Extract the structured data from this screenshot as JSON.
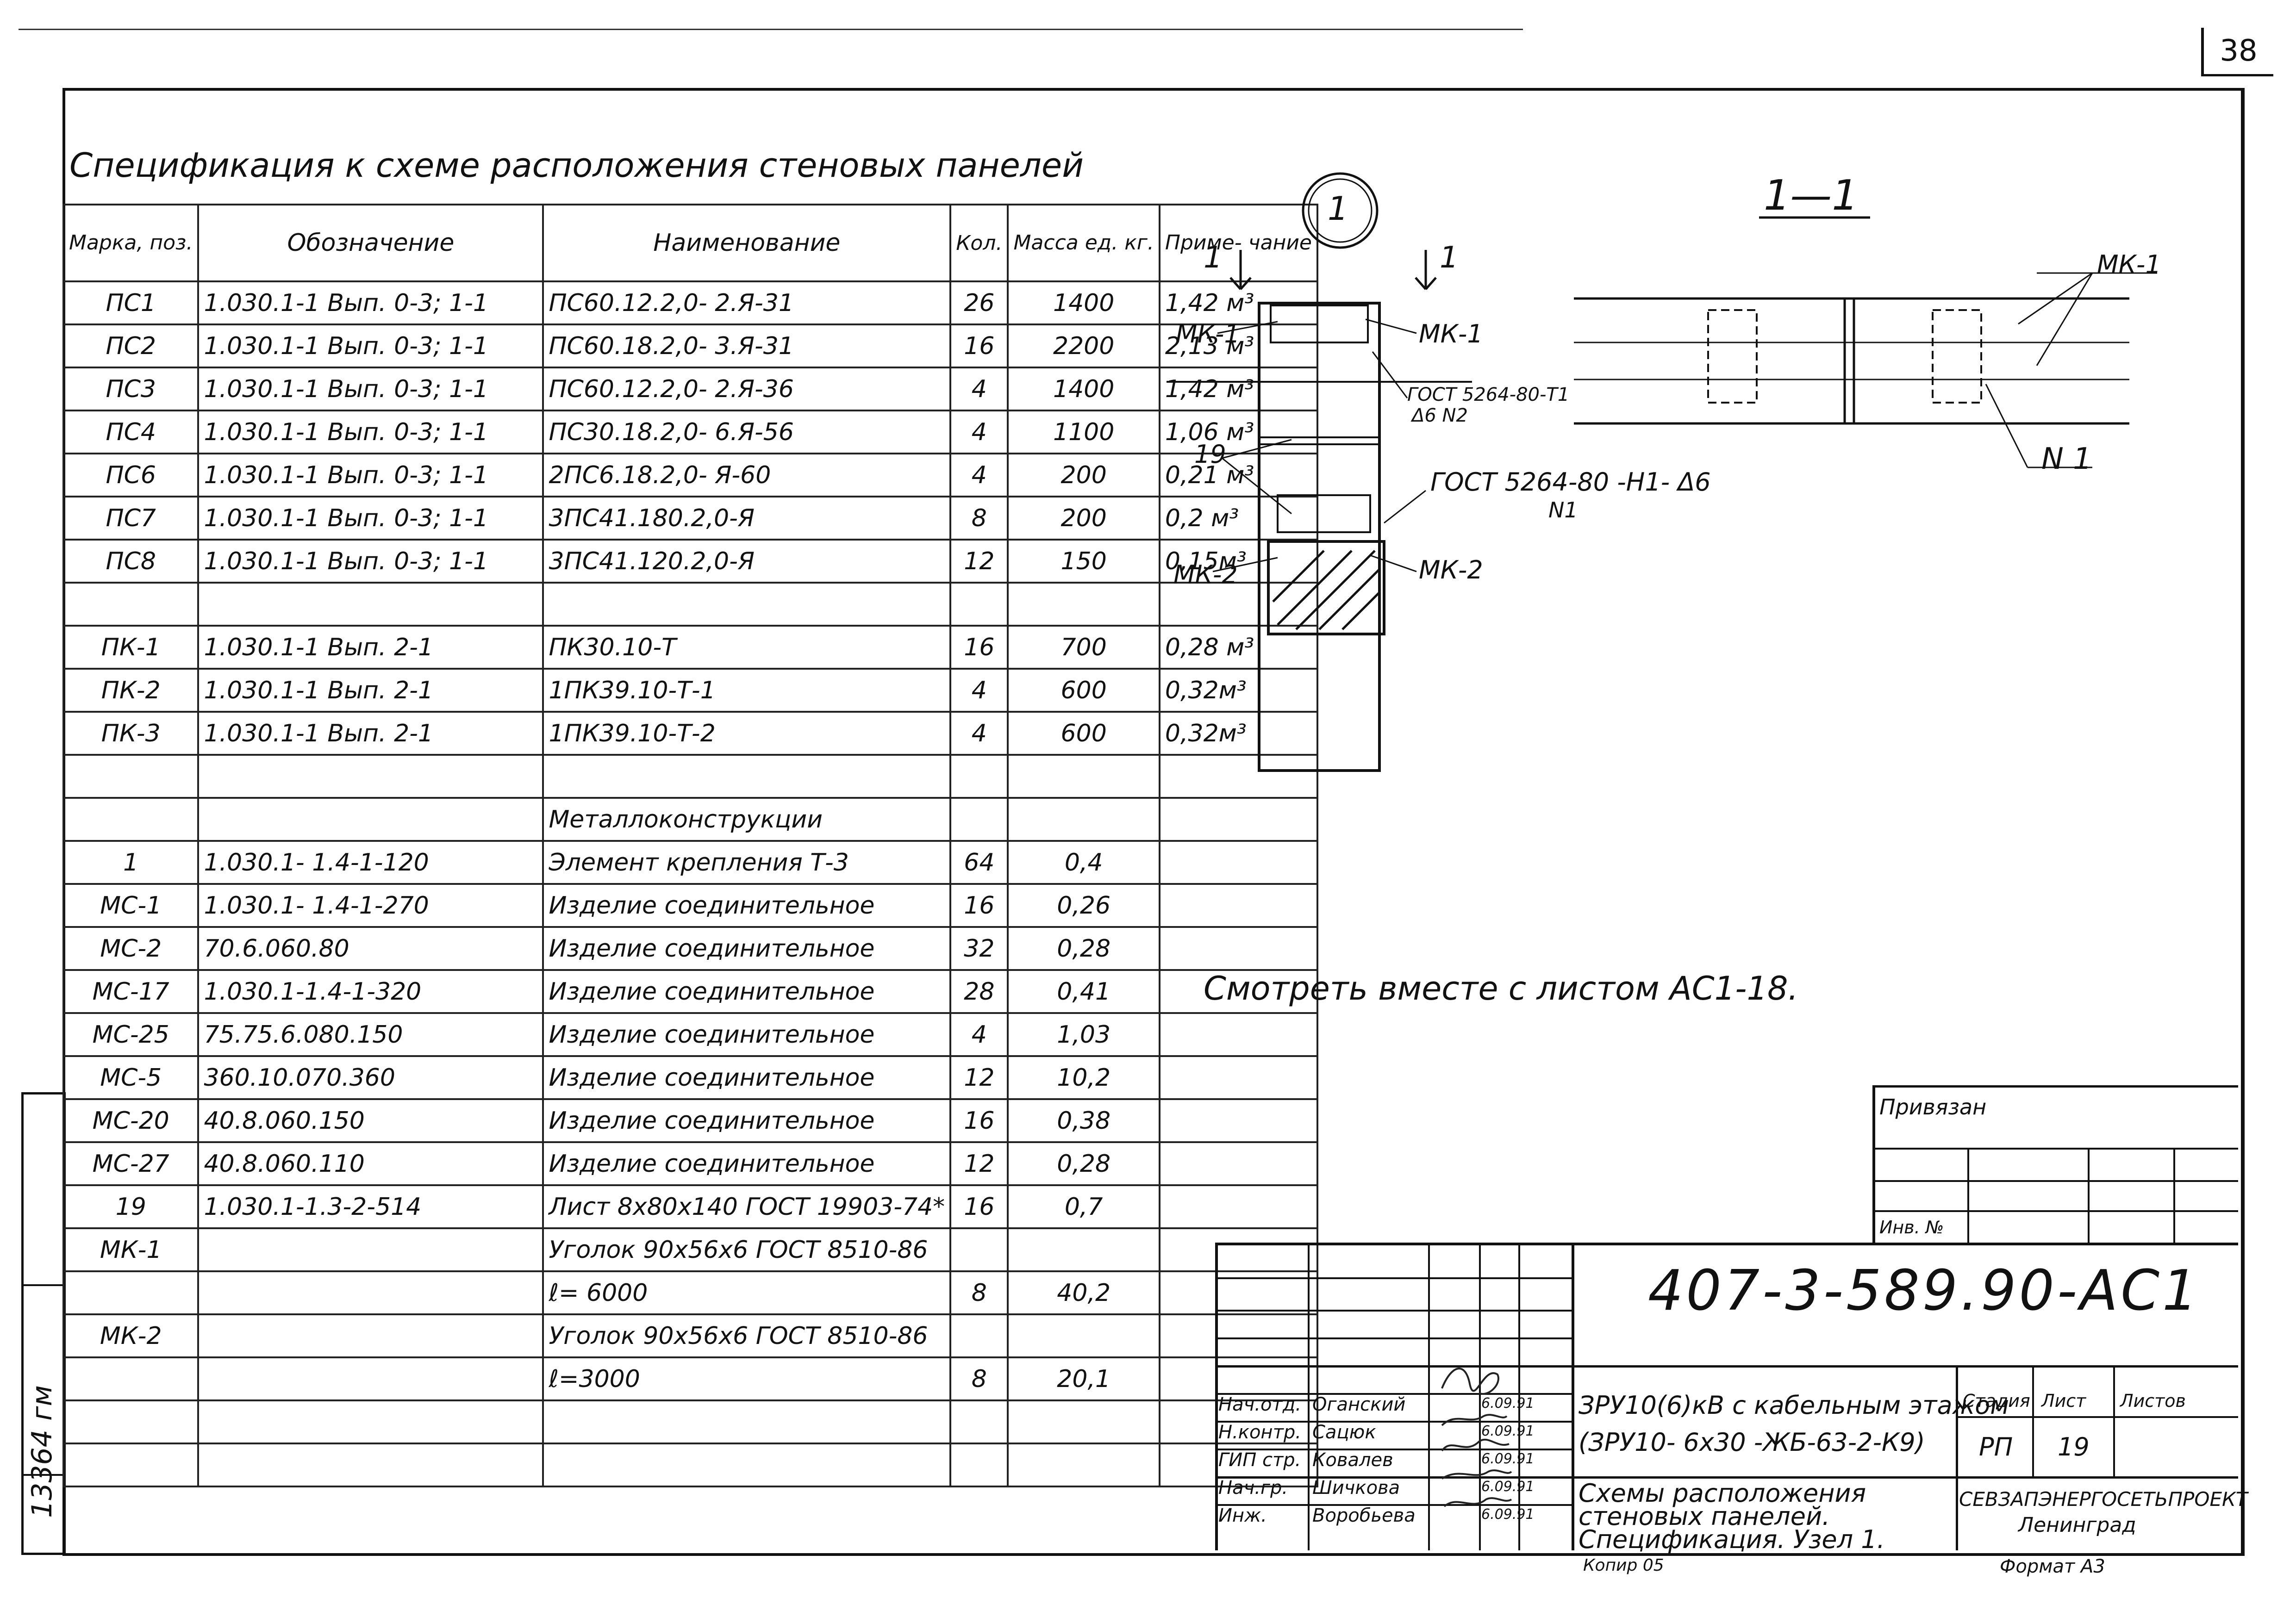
{
  "sheet_number": "38",
  "side_number": "13364 гм",
  "spec": {
    "title": "Спецификация к схеме расположения стеновых панелей",
    "headers": {
      "mark": "Марка, поз.",
      "designation": "Обозначение",
      "name": "Наименование",
      "qty": "Кол.",
      "mass": "Масса ед. кг.",
      "note": "Приме- чание"
    },
    "rows": [
      {
        "mark": "ПС1",
        "designation": "1.030.1-1   Вып. 0-3; 1-1",
        "name": "ПС60.12.2,0- 2.Я-31",
        "qty": "26",
        "mass": "1400",
        "note": "1,42 м³"
      },
      {
        "mark": "ПС2",
        "designation": "1.030.1-1   Вып. 0-3; 1-1",
        "name": "ПС60.18.2,0- 3.Я-31",
        "qty": "16",
        "mass": "2200",
        "note": "2,13 м³"
      },
      {
        "mark": "ПС3",
        "designation": "1.030.1-1   Вып. 0-3; 1-1",
        "name": "ПС60.12.2,0- 2.Я-36",
        "qty": "4",
        "mass": "1400",
        "note": "1,42 м³"
      },
      {
        "mark": "ПС4",
        "designation": "1.030.1-1   Вып. 0-3; 1-1",
        "name": "ПС30.18.2,0- 6.Я-56",
        "qty": "4",
        "mass": "1100",
        "note": "1,06 м³"
      },
      {
        "mark": "ПС6",
        "designation": "1.030.1-1   Вып. 0-3; 1-1",
        "name": "2ПС6.18.2,0- Я-60",
        "qty": "4",
        "mass": "200",
        "note": "0,21 м³"
      },
      {
        "mark": "ПС7",
        "designation": "1.030.1-1   Вып. 0-3; 1-1",
        "name": "3ПС41.180.2,0-Я",
        "qty": "8",
        "mass": "200",
        "note": "0,2 м³"
      },
      {
        "mark": "ПС8",
        "designation": "1.030.1-1   Вып. 0-3; 1-1",
        "name": "3ПС41.120.2,0-Я",
        "qty": "12",
        "mass": "150",
        "note": "0,15м³"
      },
      {
        "mark": "",
        "designation": "",
        "name": "",
        "qty": "",
        "mass": "",
        "note": ""
      },
      {
        "mark": "ПК-1",
        "designation": "1.030.1-1   Вып. 2-1",
        "name": "ПК30.10-Т",
        "qty": "16",
        "mass": "700",
        "note": "0,28 м³"
      },
      {
        "mark": "ПК-2",
        "designation": "1.030.1-1   Вып. 2-1",
        "name": "1ПК39.10-Т-1",
        "qty": "4",
        "mass": "600",
        "note": "0,32м³"
      },
      {
        "mark": "ПК-3",
        "designation": "1.030.1-1   Вып. 2-1",
        "name": "1ПК39.10-Т-2",
        "qty": "4",
        "mass": "600",
        "note": "0,32м³"
      },
      {
        "mark": "",
        "designation": "",
        "name": "",
        "qty": "",
        "mass": "",
        "note": ""
      },
      {
        "mark": "",
        "designation": "",
        "name": "Металлоконструкции",
        "qty": "",
        "mass": "",
        "note": "",
        "section": true
      },
      {
        "mark": "1",
        "designation": "1.030.1- 1.4-1-120",
        "name": "Элемент крепления Т-3",
        "qty": "64",
        "mass": "0,4",
        "note": ""
      },
      {
        "mark": "МС-1",
        "designation": "1.030.1- 1.4-1-270",
        "name": "Изделие соединительное",
        "qty": "16",
        "mass": "0,26",
        "note": ""
      },
      {
        "mark": "МС-2",
        "designation": "70.6.060.80",
        "name": "Изделие соединительное",
        "qty": "32",
        "mass": "0,28",
        "note": ""
      },
      {
        "mark": "МС-17",
        "designation": "1.030.1-1.4-1-320",
        "name": "Изделие соединительное",
        "qty": "28",
        "mass": "0,41",
        "note": ""
      },
      {
        "mark": "МС-25",
        "designation": "75.75.6.080.150",
        "name": "Изделие соединительное",
        "qty": "4",
        "mass": "1,03",
        "note": ""
      },
      {
        "mark": "МС-5",
        "designation": "360.10.070.360",
        "name": "Изделие соединительное",
        "qty": "12",
        "mass": "10,2",
        "note": ""
      },
      {
        "mark": "МС-20",
        "designation": "40.8.060.150",
        "name": "Изделие соединительное",
        "qty": "16",
        "mass": "0,38",
        "note": ""
      },
      {
        "mark": "МС-27",
        "designation": "40.8.060.110",
        "name": "Изделие соединительное",
        "qty": "12",
        "mass": "0,28",
        "note": ""
      },
      {
        "mark": "19",
        "designation": "1.030.1-1.3-2-514",
        "name": "Лист 8x80x140 ГОСТ 19903-74*",
        "qty": "16",
        "mass": "0,7",
        "note": ""
      },
      {
        "mark": "МК-1",
        "designation": "",
        "name": "Уголок 90x56x6 ГОСТ 8510-86",
        "qty": "",
        "mass": "",
        "note": ""
      },
      {
        "mark": "",
        "designation": "",
        "name": "ℓ= 6000",
        "qty": "8",
        "mass": "40,2",
        "note": ""
      },
      {
        "mark": "МК-2",
        "designation": "",
        "name": "Уголок 90x56x6 ГОСТ 8510-86",
        "qty": "",
        "mass": "",
        "note": ""
      },
      {
        "mark": "",
        "designation": "",
        "name": "ℓ=3000",
        "qty": "8",
        "mass": "20,1",
        "note": ""
      },
      {
        "mark": "",
        "designation": "",
        "name": "",
        "qty": "",
        "mass": "",
        "note": ""
      },
      {
        "mark": "",
        "designation": "",
        "name": "",
        "qty": "",
        "mass": "",
        "note": ""
      }
    ]
  },
  "drawing": {
    "node_number": "1",
    "section_label": "1—1",
    "cut_mark_left": "1",
    "cut_mark_right": "1",
    "labels": {
      "mk1_left": "МК-1",
      "mk1_right": "МК-1",
      "mk1_plan": "МК-1",
      "mk2_left": "МК-2",
      "mk2_right": "МК-2",
      "pos19": "19",
      "gost_top": "ГОСТ 5264-80-Т1",
      "gost_top_sub": "Δ6      N2",
      "gost_bottom": "ГОСТ 5264-80 -Н1- Δ6",
      "gost_bottom_sub": "N1",
      "n1": "N 1"
    }
  },
  "note": "Смотреть вместе с листом АС1-18.",
  "title_block": {
    "privyazan": "Привязан",
    "inv": "Инв. №",
    "designation": "407-3-589.90-АС1",
    "roles": [
      "Нач.отд.",
      "Н.контр.",
      "ГИП стр.",
      "Нач.гр.",
      "Инж."
    ],
    "names": [
      "Оганский",
      "Сацюк",
      "Ковалев",
      "Шичкова",
      "Воробьева"
    ],
    "dates": [
      "6.09.91",
      "6.09.91",
      "6.09.91",
      "6.09.91",
      "6.09.91"
    ],
    "project_line1": "ЗРУ10(6)кВ с кабельным этажом",
    "project_line2": "(ЗРУ10- 6x30 -ЖБ-63-2-К9)",
    "sheet_title_line1": "Схемы расположения",
    "sheet_title_line2": "стеновых панелей.",
    "sheet_title_line3": "Спецификация. Узел 1.",
    "stage_header": "Стадия",
    "sheet_header": "Лист",
    "sheets_header": "Листов",
    "stage": "РП",
    "sheet": "19",
    "org_line1": "СЕВЗАПЭНЕРГОСЕТЬПРОЕКТ",
    "org_line2": "Ленинград",
    "copied": "Копир 05",
    "format": "Формат А3"
  }
}
